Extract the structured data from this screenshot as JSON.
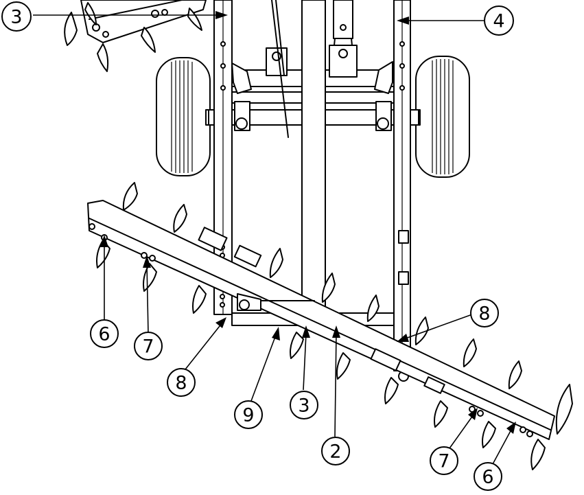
{
  "callouts": [
    {
      "id": "c3_top",
      "label": "3"
    },
    {
      "id": "c4",
      "label": "4"
    },
    {
      "id": "c6_left",
      "label": "6"
    },
    {
      "id": "c7_left",
      "label": "7"
    },
    {
      "id": "c8_left",
      "label": "8"
    },
    {
      "id": "c9",
      "label": "9"
    },
    {
      "id": "c3_bottom",
      "label": "3"
    },
    {
      "id": "c2",
      "label": "2"
    },
    {
      "id": "c8_right",
      "label": "8"
    },
    {
      "id": "c7_right",
      "label": "7"
    },
    {
      "id": "c6_right",
      "label": "6"
    }
  ],
  "colors": {
    "line": "#000000",
    "background": "#ffffff"
  }
}
